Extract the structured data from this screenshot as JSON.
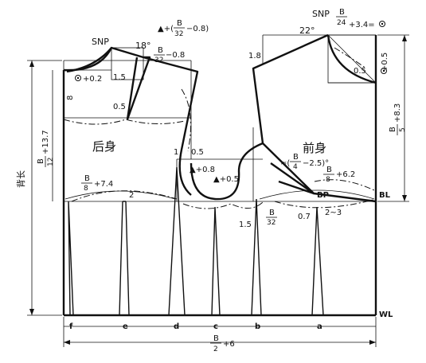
{
  "labels": {
    "snp_back": "SNP",
    "snp_front": "SNP",
    "angle_back": "18°",
    "angle_front": "22°",
    "back_neck_top_b": "B",
    "back_neck_top_den": "32",
    "back_neck_top_suffix": "−0.8)",
    "back_neck_top_prefix": "▲+(",
    "back_neck_b": "B",
    "back_neck_den": "32",
    "back_neck_suffix": "−0.8",
    "back_plus_02": "+0.2",
    "back_15": "1.5",
    "back_05": "0.5",
    "back_8": "8",
    "back_body": "后身",
    "front_body": "前身",
    "back_height_num": "B",
    "back_height_den": "12",
    "back_height_suffix": "+13.7",
    "back_length": "背长",
    "back_width_num": "B",
    "back_width_den": "8",
    "back_width_suffix": "+7.4",
    "back_2": "2",
    "armhole_1": "1",
    "armhole_05": "0.5",
    "armhole_08": "▲+0.8",
    "armhole_05b": "▲+0.5",
    "side_15": "1.5",
    "side_b": "B",
    "side_den": "32",
    "front_neck_b": "B",
    "front_neck_den": "24",
    "front_neck_suffix": "+3.4=",
    "front_05": "0.5",
    "front_plus05": "+0.5",
    "front_18": "1.8",
    "front_height_num": "B",
    "front_height_den": "5",
    "front_height_suffix": "+8.3",
    "front_dart_b": "B",
    "front_dart_den": "4",
    "front_dart_suffix": "−2.5)°",
    "front_dart_prefix": "≈(",
    "front_width_num": "B",
    "front_width_den": "8",
    "front_width_suffix": "+6.2",
    "bp": "BP",
    "bl": "BL",
    "wl": "WL",
    "bp_07": "0.7",
    "bp_23": "2~3",
    "points": [
      "f",
      "e",
      "d",
      "c",
      "b",
      "a"
    ],
    "total_num": "B",
    "total_den": "2",
    "total_suffix": "+6"
  }
}
